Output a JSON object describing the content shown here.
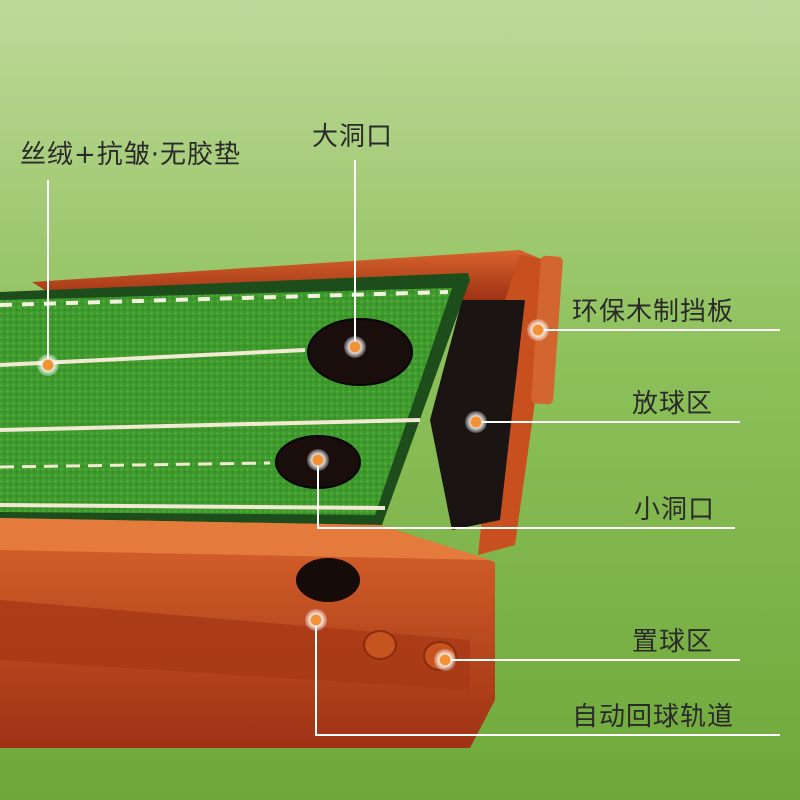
{
  "labels": {
    "mat": "丝绒+抗皱·无胶垫",
    "big_hole": "大洞口",
    "board": "环保木制挡板",
    "ball_zone": "放球区",
    "small_hole": "小洞口",
    "rest_zone": "置球区",
    "return_track": "自动回球轨道"
  },
  "colors": {
    "grass_bg": "#86bb4c",
    "mat_green": "#3f9a2e",
    "wood": "#b8401c",
    "wood_light": "#d9682e",
    "hole": "#1a0e0c",
    "dot": "#f08a2a",
    "line": "#ffffff"
  }
}
